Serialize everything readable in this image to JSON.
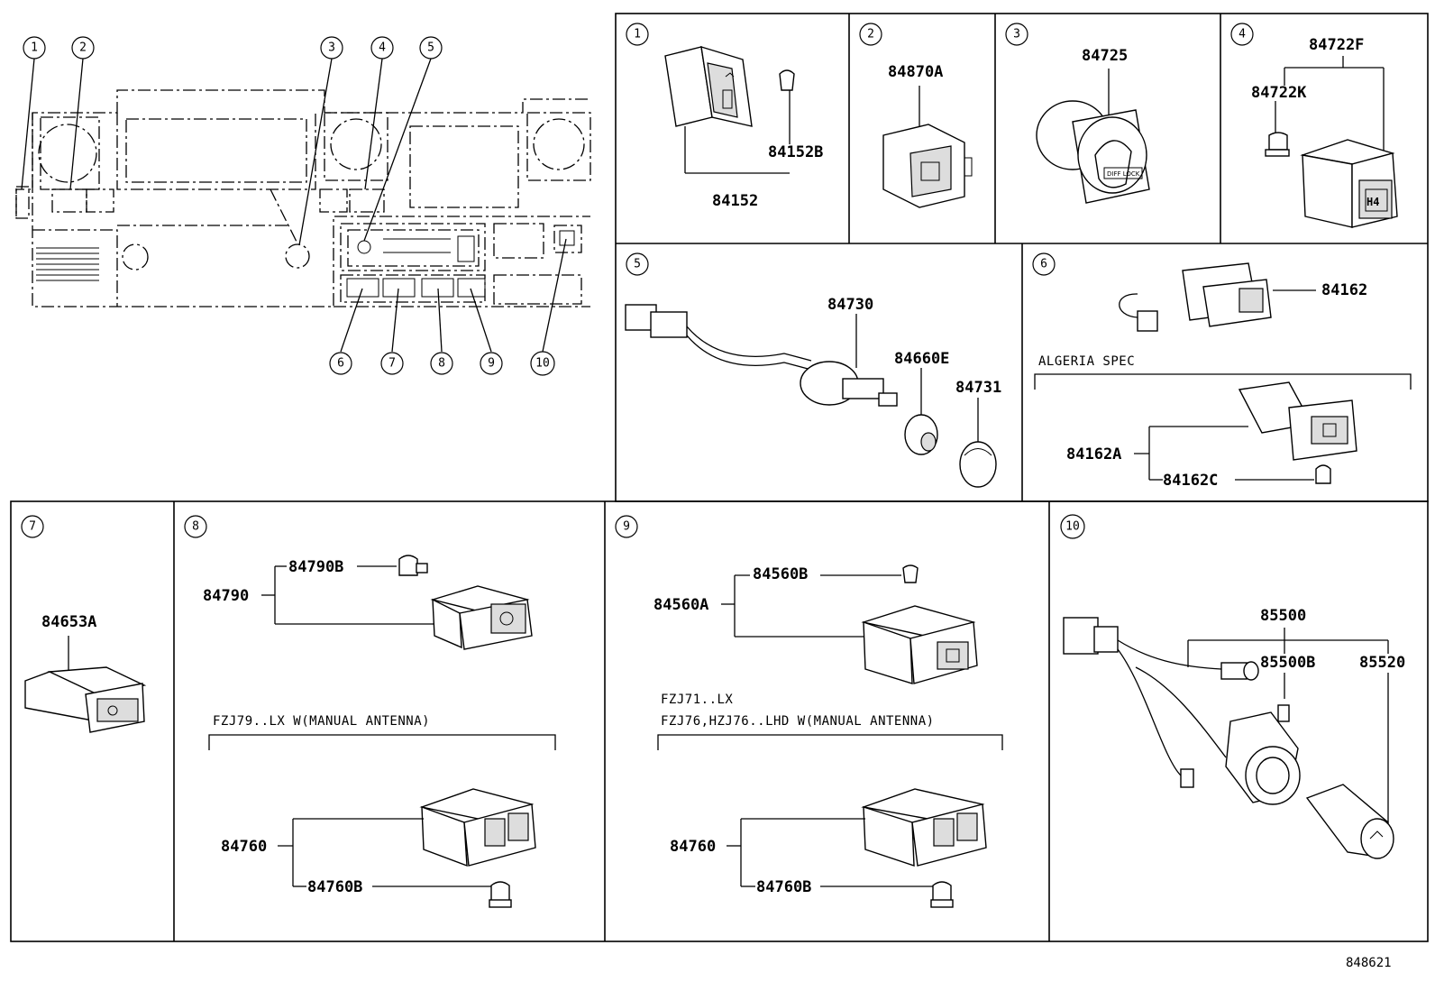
{
  "overview": {
    "callouts": [
      "1",
      "2",
      "3",
      "4",
      "5",
      "6",
      "7",
      "8",
      "9",
      "10"
    ]
  },
  "panels": {
    "p1": {
      "num": "1",
      "parts": [
        "84152B",
        "84152"
      ]
    },
    "p2": {
      "num": "2",
      "parts": [
        "84870A"
      ]
    },
    "p3": {
      "num": "3",
      "parts": [
        "84725"
      ]
    },
    "p4": {
      "num": "4",
      "parts": [
        "84722F",
        "84722K"
      ]
    },
    "p5": {
      "num": "5",
      "parts": [
        "84730",
        "84660E",
        "84731"
      ]
    },
    "p6": {
      "num": "6",
      "parts": [
        "84162",
        "84162A",
        "84162C"
      ],
      "note": "ALGERIA SPEC"
    },
    "p7": {
      "num": "7",
      "parts": [
        "84653A"
      ]
    },
    "p8": {
      "num": "8",
      "parts": [
        "84790B",
        "84790",
        "84760",
        "84760B"
      ],
      "note": "FZJ79..LX   W(MANUAL ANTENNA)"
    },
    "p9": {
      "num": "9",
      "parts": [
        "84560B",
        "84560A",
        "84760",
        "84760B"
      ],
      "note_line1": "FZJ71..LX",
      "note_line2": "FZJ76,HZJ76..LHD   W(MANUAL ANTENNA)"
    },
    "p10": {
      "num": "10",
      "parts": [
        "85500",
        "85500B",
        "85520"
      ]
    }
  },
  "switch_faces": {
    "p3_lock": "DIFF LOCK",
    "p4_h4": "H4"
  },
  "figure_ref": "848621"
}
